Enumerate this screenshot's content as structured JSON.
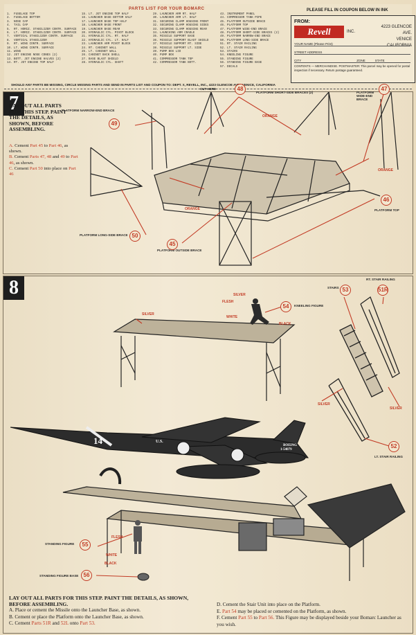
{
  "header": {
    "parts_list_title": "PARTS LIST FOR YOUR BOMARC",
    "col1": "1.  FUSELAGE TOP\n2.  FUSELAGE BOTTOM\n3.  NOSE CAP\n4.  TAIL CAP\n5.  RT. HORIZ. STABILIZER CONTR. SURFACE\n6.  LT. HORIZ. STABILIZER CONTR. SURFACE\n7.  VERTICAL STABILIZER CONTR. SURFACE\n8.  VERTICAL STABILIZER\n9.  RT. WING CONTR. SURFACE\n10. LT. WING CONTR. SURFACE\n11. WING\n12. JET ENGINE NOSE CONES (2)\n13. BOTT. JET ENGINE HALVES (2)\n14. RT. JET ENGINE TOP HALF",
    "col2": "15. LT. JET ENGINE TOP HALF\n16. LAUNCHER BASE BOTTOM HALF\n17. LAUNCHER BASE TOP HALF\n18. LAUNCHER BASE FRONT\n19. LAUNCHER BASE REAR\n20. HYDRAULIC CYL. PIVOT BLOCK\n21. HYDRAULIC CYL. RT. HALF\n22. HYDRAULIC CYL. LT. HALF\n23. LAUNCHER ARM PIVOT BLOCK\n24. RT. CABINET WALL\n25. LT. CABINET WALL\n26. CABINET BACK SHELL\n27. BASE BLAST SHIELD\n28. HYDRAULIC CYL. SHAFT",
    "col3": "29. LAUNCHER ARM RT. HALF\n30. LAUNCHER ARM LT. HALF\n31. SECURING CLAMP HOUSING FRONT\n32. SECURING CLAMP HOUSING SIDES\n33. SECURING CLAMP HOUSING REAR\n34. LAUNCHING ARM CRADLE\n35. MISSILE SUPPORT BASE\n36. MISSILE SUPPORT BLAST SHIELD\n37. MISSILE SUPPORT RT. SIDE\n38. MISSILE SUPPORT LT. SIDE\n39. PUMP BOX LID\n40. PUMP BOX\n41. COMPRESSOR TANK TOP\n42. COMPRESSOR TANK BOTT.",
    "col4": "43. INSTRUMENT PANEL\n44. COMPRESSOR TANK PIPE\n45. PLATFORM OUTSIDE BRACE\n46. PLATFORM TOP\n47. PLATFORM WIDE-END BRACE\n48. PLATFORM SHORT-SIDE BRACES (2)\n49. PLATFORM NARROW-END BRACE\n50. PLATFORM LONG-SIDE BRACE\n51. RT. STAIR RAILING\n52. LT. STAIR RAILING\n53. STAIRS\n54. KNEELING FIGURE\n55. STANDING FIGURE\n56. STANDING FIGURE BASE\n57. DECALS",
    "missing_note": "SHOULD ANY PARTS BE MISSING, CIRCLE MISSING PARTS AND SEND IN PARTS LIST AND COUPON TO: DEPT. X, REVELL, INC., 4223 GLENCOE AVE., VENICE, CALIFORNIA",
    "cut_here": "CUT HERE"
  },
  "coupon": {
    "heading": "PLEASE FILL IN COUPON BELOW IN INK",
    "from": "FROM:",
    "logo": "Revell",
    "inc": "INC.",
    "address1": "4223 GLENCOE AVE.",
    "address2": "VENICE",
    "address3": "CALIFORNIA",
    "your_name": "YOUR NAME",
    "please_print": "(Please Print)",
    "street": "STREET ADDRESS",
    "city": "CITY",
    "zone": "ZONE",
    "state": "STATE",
    "contents": "CONTENTS — MERCHANDISE. POSTMASTER: This parcel may be opened for postal inspection if necessary. Return postage guaranteed."
  },
  "step7": {
    "number": "7",
    "heading": "LAY OUT ALL PARTS FOR THIS STEP. PAINT THE DETAILS, AS SHOWN, BEFORE ASSEMBLING.",
    "a_prefix": "A.",
    "a_text": "Cement",
    "a_part": "Part 45",
    "a_to": "to",
    "a_part2": "Part 46",
    "a_end": ", as shown.",
    "b_prefix": "B.",
    "b_text": "Cement",
    "b_part": "Parts 47, 48",
    "b_and": "and",
    "b_part2": "49",
    "b_to": "to",
    "b_part3": "Part 46",
    "b_end": ", as shown.",
    "c_prefix": "C.",
    "c_text": "Cement",
    "c_part": "Part 50",
    "c_into": "into place on",
    "c_part2": "Part 46",
    "labels": {
      "short_side": "PLATFORM SHORT-SIDE BRACES (2)",
      "wide_end": "PLATFORM WIDE-END BRACE",
      "narrow_end": "PLATFORM NARROW-END BRACE",
      "top": "PLATFORM TOP",
      "long_side": "PLATFORM LONG-SIDE BRACE",
      "outside": "PLATFORM OUTSIDE BRACE"
    },
    "colors": {
      "orange": "ORANGE"
    },
    "callouts": {
      "c48": "48",
      "c47": "47",
      "c49": "49",
      "c46": "46",
      "c50": "50",
      "c45": "45"
    }
  },
  "step8": {
    "number": "8",
    "labels": {
      "rt_stair": "RT. STAIR RAILING",
      "stairs": "STAIRS",
      "kneeling": "KNEELING FIGURE",
      "lt_stair": "LT. STAIR RAILING",
      "standing": "STANDING FIGURE",
      "standing_base": "STANDING FIGURE BASE"
    },
    "colors": {
      "silver": "SILVER",
      "flesh": "FLESH",
      "white": "WHITE",
      "black": "BLACK"
    },
    "callouts": {
      "c51": "51R",
      "c53": "53",
      "c54": "54",
      "c52": "52",
      "c55": "55",
      "c56": "56"
    },
    "missile_markings": {
      "nose": "14",
      "us": "U.S.",
      "boeing": "BOEING",
      "serial": "1-54079"
    },
    "heading": "LAY OUT ALL PARTS FOR THIS STEP. PAINT THE DETAILS, AS SHOWN, BEFORE ASSEMBLING.",
    "a": "A. Place or cement the Missile onto the Launcher Base, as shown.",
    "b": "B. Cement or place the Platform onto the Launcher Base, as shown.",
    "c_pre": "C. Cement",
    "c_part": "Parts 51R",
    "c_and": "and",
    "c_part2": "52L",
    "c_onto": "onto",
    "c_part3": "Part 53.",
    "d": "D. Cement the Stair Unit into place on the Platform.",
    "e_pre": "E.",
    "e_part": "Part 54",
    "e_text": "may be placed or cemented on the Platform, as shown.",
    "f_pre": "F. Cement",
    "f_part": "Part 55",
    "f_to": "to",
    "f_part2": "Part 56.",
    "f_text": "This Figure may be displayed beside your Bomarc Launcher as you wish."
  },
  "palette": {
    "accent": "#c23a24",
    "ink": "#1b1b1b",
    "paper": "#efe4cc"
  }
}
